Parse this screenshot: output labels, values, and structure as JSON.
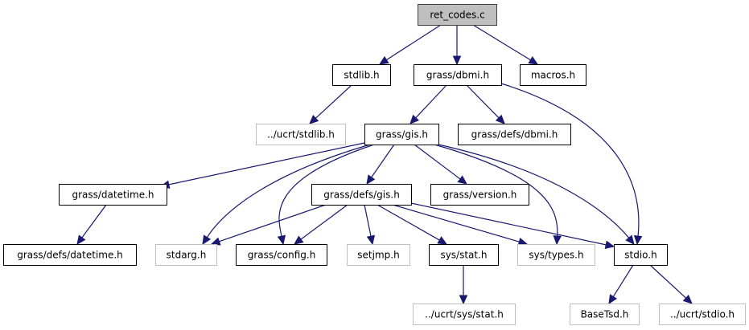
{
  "title": "ret_codes.c include dependency graph",
  "colors": {
    "edge": "#191970",
    "root_fill": "#bfbfbf",
    "root_border": "#404040",
    "documented_border": "#000000",
    "undocumented_border": "#bfbfbf",
    "node_fill": "#ffffff"
  },
  "nodes": [
    {
      "id": "ret_codes_c",
      "label": "ret_codes.c",
      "kind": "root"
    },
    {
      "id": "stdlib_h",
      "label": "stdlib.h",
      "kind": "documented"
    },
    {
      "id": "grass_dbmi_h",
      "label": "grass/dbmi.h",
      "kind": "documented"
    },
    {
      "id": "macros_h",
      "label": "macros.h",
      "kind": "documented"
    },
    {
      "id": "ucrt_stdlib_h",
      "label": "../ucrt/stdlib.h",
      "kind": "external"
    },
    {
      "id": "grass_gis_h",
      "label": "grass/gis.h",
      "kind": "documented"
    },
    {
      "id": "grass_defs_dbmi_h",
      "label": "grass/defs/dbmi.h",
      "kind": "documented"
    },
    {
      "id": "grass_datetime_h",
      "label": "grass/datetime.h",
      "kind": "documented"
    },
    {
      "id": "grass_defs_gis_h",
      "label": "grass/defs/gis.h",
      "kind": "documented"
    },
    {
      "id": "grass_version_h",
      "label": "grass/version.h",
      "kind": "documented"
    },
    {
      "id": "grass_defs_datetime_h",
      "label": "grass/defs/datetime.h",
      "kind": "documented"
    },
    {
      "id": "stdarg_h",
      "label": "stdarg.h",
      "kind": "external"
    },
    {
      "id": "grass_config_h",
      "label": "grass/config.h",
      "kind": "documented"
    },
    {
      "id": "setjmp_h",
      "label": "setjmp.h",
      "kind": "external"
    },
    {
      "id": "sys_stat_h",
      "label": "sys/stat.h",
      "kind": "documented"
    },
    {
      "id": "sys_types_h",
      "label": "sys/types.h",
      "kind": "external"
    },
    {
      "id": "stdio_h",
      "label": "stdio.h",
      "kind": "documented"
    },
    {
      "id": "ucrt_sys_stat_h",
      "label": "../ucrt/sys/stat.h",
      "kind": "external"
    },
    {
      "id": "basetsd_h",
      "label": "BaseTsd.h",
      "kind": "external"
    },
    {
      "id": "ucrt_stdio_h",
      "label": "../ucrt/stdio.h",
      "kind": "external"
    }
  ],
  "edges": [
    {
      "from": "ret_codes_c",
      "to": "stdlib_h"
    },
    {
      "from": "ret_codes_c",
      "to": "grass_dbmi_h"
    },
    {
      "from": "ret_codes_c",
      "to": "macros_h"
    },
    {
      "from": "stdlib_h",
      "to": "ucrt_stdlib_h"
    },
    {
      "from": "grass_dbmi_h",
      "to": "grass_gis_h"
    },
    {
      "from": "grass_dbmi_h",
      "to": "grass_defs_dbmi_h"
    },
    {
      "from": "grass_dbmi_h",
      "to": "stdio_h"
    },
    {
      "from": "grass_gis_h",
      "to": "grass_datetime_h"
    },
    {
      "from": "grass_gis_h",
      "to": "stdarg_h"
    },
    {
      "from": "grass_gis_h",
      "to": "grass_config_h"
    },
    {
      "from": "grass_gis_h",
      "to": "grass_defs_gis_h"
    },
    {
      "from": "grass_gis_h",
      "to": "grass_version_h"
    },
    {
      "from": "grass_gis_h",
      "to": "sys_types_h"
    },
    {
      "from": "grass_gis_h",
      "to": "stdio_h"
    },
    {
      "from": "grass_datetime_h",
      "to": "grass_defs_datetime_h"
    },
    {
      "from": "grass_defs_gis_h",
      "to": "stdarg_h"
    },
    {
      "from": "grass_defs_gis_h",
      "to": "grass_config_h"
    },
    {
      "from": "grass_defs_gis_h",
      "to": "setjmp_h"
    },
    {
      "from": "grass_defs_gis_h",
      "to": "sys_stat_h"
    },
    {
      "from": "grass_defs_gis_h",
      "to": "sys_types_h"
    },
    {
      "from": "grass_defs_gis_h",
      "to": "stdio_h"
    },
    {
      "from": "sys_stat_h",
      "to": "ucrt_sys_stat_h"
    },
    {
      "from": "stdio_h",
      "to": "basetsd_h"
    },
    {
      "from": "stdio_h",
      "to": "ucrt_stdio_h"
    }
  ]
}
